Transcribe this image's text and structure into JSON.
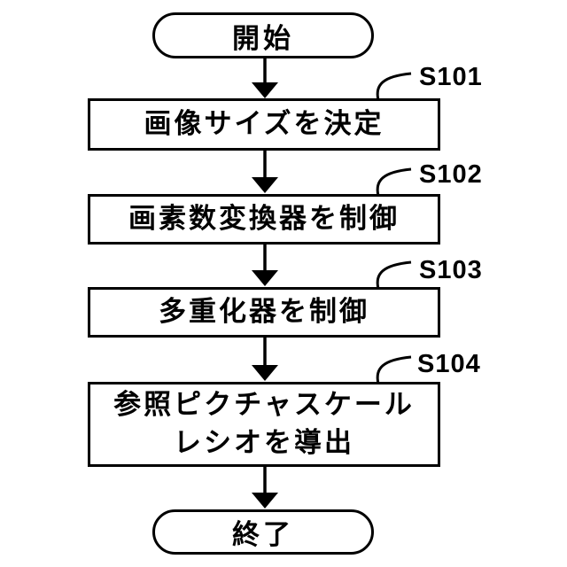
{
  "figure": {
    "background_color": "#ffffff",
    "line_color": "#000000",
    "type": "flowchart"
  },
  "flowchart": {
    "start_label": "開始",
    "end_label": "終了",
    "steps": [
      {
        "id": "S101",
        "label": "画像サイズを決定"
      },
      {
        "id": "S102",
        "label": "画素数変換器を制御"
      },
      {
        "id": "S103",
        "label": "多重化器を制御"
      },
      {
        "id": "S104",
        "label_line1": "参照ピクチャスケール",
        "label_line2": "レシオを導出"
      }
    ]
  }
}
